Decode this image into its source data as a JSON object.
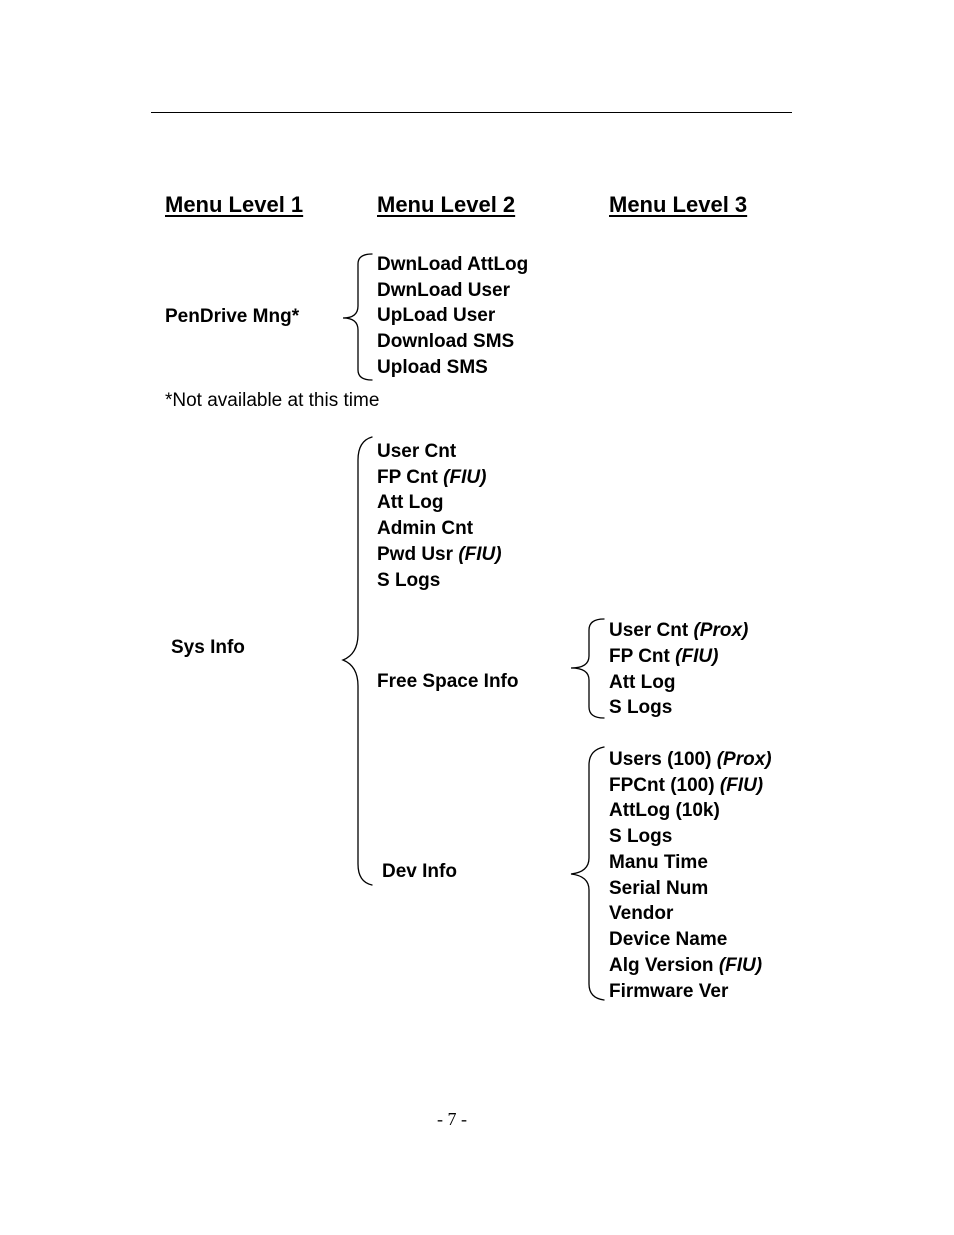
{
  "headers": {
    "level1": "Menu Level 1",
    "level2": "Menu Level 2",
    "level3": "Menu Level 3"
  },
  "pendrive": {
    "label": "PenDrive Mng*",
    "items": [
      "DwnLoad AttLog",
      "DwnLoad User",
      "UpLoad User",
      "Download SMS",
      "Upload SMS"
    ]
  },
  "footnote": "*Not available at this time",
  "sysinfo": {
    "label": "Sys Info",
    "items": [
      {
        "text": "User Cnt",
        "em": ""
      },
      {
        "text": "FP Cnt ",
        "em": "(FIU)"
      },
      {
        "text": "Att Log",
        "em": ""
      },
      {
        "text": "Admin Cnt",
        "em": ""
      },
      {
        "text": "Pwd Usr ",
        "em": "(FIU)"
      },
      {
        "text": "S Logs",
        "em": ""
      }
    ],
    "free_space": {
      "label": "Free Space Info",
      "items": [
        {
          "text": "User Cnt ",
          "em": "(Prox)"
        },
        {
          "text": "FP Cnt ",
          "em": "(FIU)"
        },
        {
          "text": "Att Log",
          "em": ""
        },
        {
          "text": "S Logs",
          "em": ""
        }
      ]
    },
    "dev_info": {
      "label": "Dev Info",
      "items": [
        {
          "text": "Users (100) ",
          "em": "(Prox)"
        },
        {
          "text": "FPCnt (100) ",
          "em": "(FIU)"
        },
        {
          "text": "AttLog (10k)",
          "em": ""
        },
        {
          "text": "S Logs",
          "em": ""
        },
        {
          "text": "Manu Time",
          "em": ""
        },
        {
          "text": "Serial Num",
          "em": ""
        },
        {
          "text": "Vendor",
          "em": ""
        },
        {
          "text": "Device Name",
          "em": ""
        },
        {
          "text": "Alg Version ",
          "em": "(FIU)"
        },
        {
          "text": "Firmware Ver",
          "em": ""
        }
      ]
    }
  },
  "page_number": "- 7 -"
}
